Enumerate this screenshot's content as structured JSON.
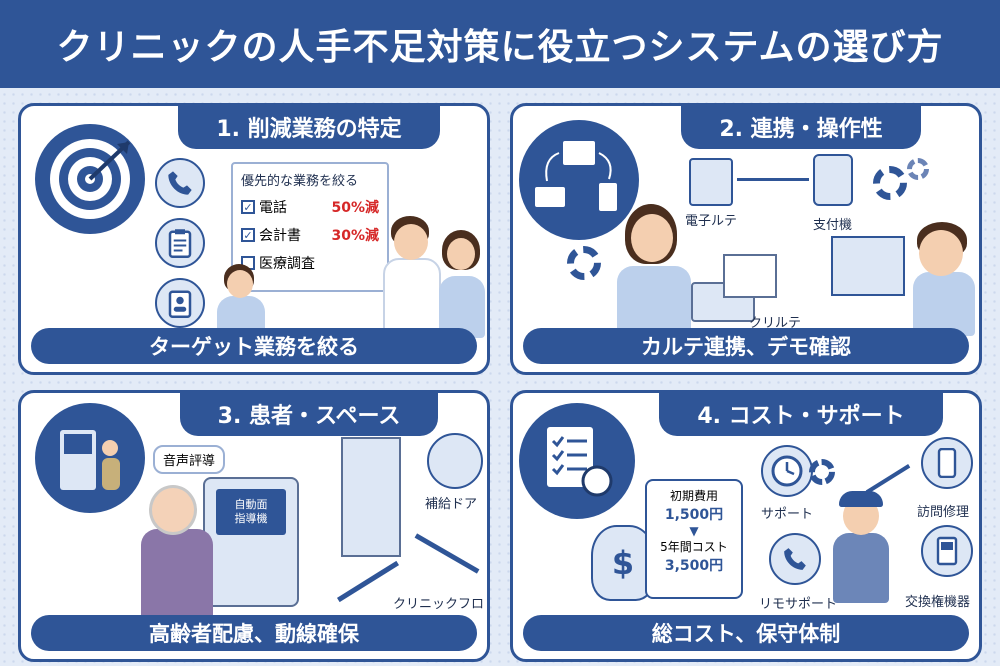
{
  "title": "クリニックの人手不足対策に役立つシステムの選び方",
  "panels": [
    {
      "heading": "1. 削減業務の特定",
      "footer": "ターゲット業務を絞る",
      "board_title": "優先的な業務を絞る",
      "tasks": [
        {
          "label": "電話",
          "value": "50%減",
          "checked": true
        },
        {
          "label": "会計書",
          "value": "30%減",
          "checked": true
        },
        {
          "label": "医療調査",
          "value": "",
          "checked": false
        }
      ]
    },
    {
      "heading": "2. 連携・操作性",
      "footer": "カルテ連携、デモ確認",
      "labels": {
        "chart": "電子ルテ",
        "payment": "支付機",
        "cloud": "クリルテ"
      }
    },
    {
      "heading": "3. 患者・スペース",
      "footer": "高齢者配慮、動線確保",
      "labels": {
        "voice": "音声評導",
        "kiosk_screen": "自動面\n指導機",
        "door": "補給ドア",
        "flow": "クリニックフロー"
      }
    },
    {
      "heading": "4. コスト・サポート",
      "footer": "総コスト、保守体制",
      "cost": {
        "initial_label": "初期費用",
        "initial_value": "1,500円",
        "five_year_label": "5年間コスト",
        "five_year_value": "3,500円"
      },
      "labels": {
        "support": "サポート",
        "visit": "訪問修理",
        "remote": "リモサポート",
        "exchange": "交換権機器"
      }
    }
  ],
  "colors": {
    "primary": "#2f5597",
    "accent_red": "#d62828",
    "light": "#dde7f5"
  },
  "icons": [
    "target-icon",
    "phone-icon",
    "clipboard-icon",
    "id-card-icon",
    "gear-icon",
    "monitor-icon",
    "laptop-icon",
    "kiosk-icon",
    "door-icon",
    "arrow-icon",
    "clock-icon",
    "money-bag-icon",
    "smartphone-icon",
    "phone-support-icon"
  ]
}
